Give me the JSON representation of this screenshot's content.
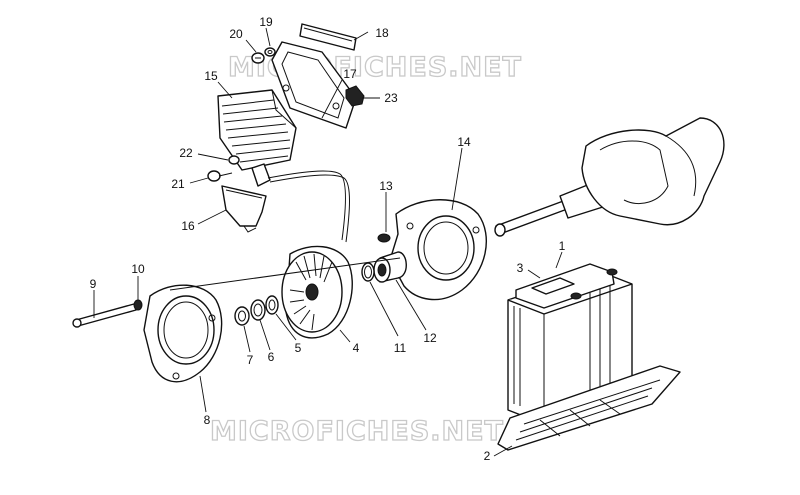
{
  "watermark": {
    "top": "MICROFICHES.NET",
    "bottom": "MICROFICHES.NET"
  },
  "callouts": [
    {
      "id": "1",
      "label": "1"
    },
    {
      "id": "2",
      "label": "2"
    },
    {
      "id": "3",
      "label": "3"
    },
    {
      "id": "4",
      "label": "4"
    },
    {
      "id": "5",
      "label": "5"
    },
    {
      "id": "6",
      "label": "6"
    },
    {
      "id": "7",
      "label": "7"
    },
    {
      "id": "8",
      "label": "8"
    },
    {
      "id": "9",
      "label": "9"
    },
    {
      "id": "10",
      "label": "10"
    },
    {
      "id": "11",
      "label": "11"
    },
    {
      "id": "12",
      "label": "12"
    },
    {
      "id": "13",
      "label": "13"
    },
    {
      "id": "14",
      "label": "14"
    },
    {
      "id": "15",
      "label": "15"
    },
    {
      "id": "16",
      "label": "16"
    },
    {
      "id": "17",
      "label": "17"
    },
    {
      "id": "18",
      "label": "18"
    },
    {
      "id": "19",
      "label": "19"
    },
    {
      "id": "20",
      "label": "20"
    },
    {
      "id": "21",
      "label": "21"
    },
    {
      "id": "22",
      "label": "22"
    },
    {
      "id": "23",
      "label": "23"
    }
  ],
  "colors": {
    "ink": "#111111",
    "watermark": "#c9c9c9",
    "background": "#ffffff"
  }
}
